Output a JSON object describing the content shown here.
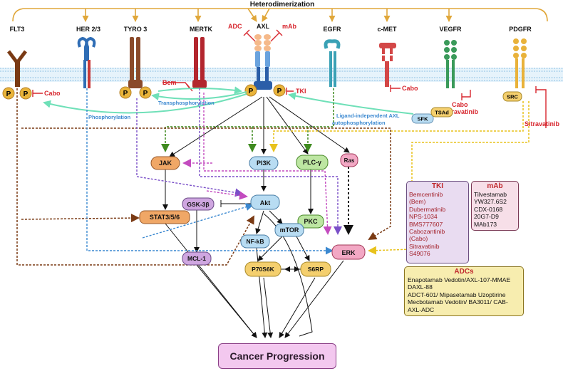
{
  "top_label": "Heterodimerization",
  "receptors": {
    "flt3": "FLT3",
    "her": "HER 2/3",
    "tyro3": "TYRO 3",
    "mertk": "MERTK",
    "axl": "AXL",
    "egfr": "EGFR",
    "cmet": "c-MET",
    "vegfr": "VEGFR",
    "pdgfr": "PDGFR"
  },
  "phospho": "P",
  "drug_labels": {
    "adc": "ADC",
    "mab": "mAb",
    "tki": "TKI",
    "bem": "Bem",
    "cabo": "Cabo",
    "cabo_sitra": [
      "Cabo",
      "Sitravatinib"
    ],
    "sitravatinib": "Sitravatinib"
  },
  "annotations": {
    "phosphorylation": "Phosphorylation",
    "transphosphorylation": "Transphosphorylation",
    "ligand_independent": [
      "Ligand-independent AXL",
      "autophosphorylation"
    ]
  },
  "nodes": {
    "sfk": "SFK",
    "tsad": "TSAd",
    "src": "SRC",
    "jak": "JAK",
    "pi3k": "PI3K",
    "plc": "PLC-γ",
    "ras": "Ras",
    "gsk": "GSK-3β",
    "akt": "Akt",
    "pkc": "PKC",
    "stat": "STAT3/5/6",
    "nfkb": "NF-kB",
    "mtor": "mTOR",
    "erk": "ERK",
    "mcl": "MCL-1",
    "p70": "P70S6K",
    "s6rp": "S6RP"
  },
  "outcome": "Cancer Progression",
  "legend": {
    "tki": {
      "title": "TKI",
      "items": [
        "Bemcentinib",
        "(Bem)",
        "Dubermatinib",
        "NPS-1034",
        "BMS777607",
        "Cabozantinib",
        "(Cabo)",
        "Sitravatinib",
        "S49076"
      ]
    },
    "mab": {
      "title": "mAb",
      "items": [
        "Tilvestamab",
        "YW327.6S2",
        "CDX-0168",
        "20G7-D9",
        "MAb173"
      ]
    },
    "adc": {
      "title": "ADCs",
      "items": [
        "Enapotamab Vedotin/AXL-107-MMAE",
        "DAXL-88",
        "ADCT-601/ Mipasetamab Uzoptirine",
        "Mecbotamab Vedotin/ BA3011/ CAB-AXL-ADC"
      ]
    }
  },
  "colors": {
    "membrane": "#a9d4ee",
    "dimer_line": "#e0a73a",
    "inhibitor": "#d7262e",
    "phospho_fill": "#e9b43a",
    "node_blue": "#b8dcf2",
    "node_orange": "#f0a766",
    "node_green": "#bde6a2",
    "node_pink": "#f2a8c4",
    "node_purple": "#cfa6e0",
    "node_gold": "#f4cf6e"
  }
}
